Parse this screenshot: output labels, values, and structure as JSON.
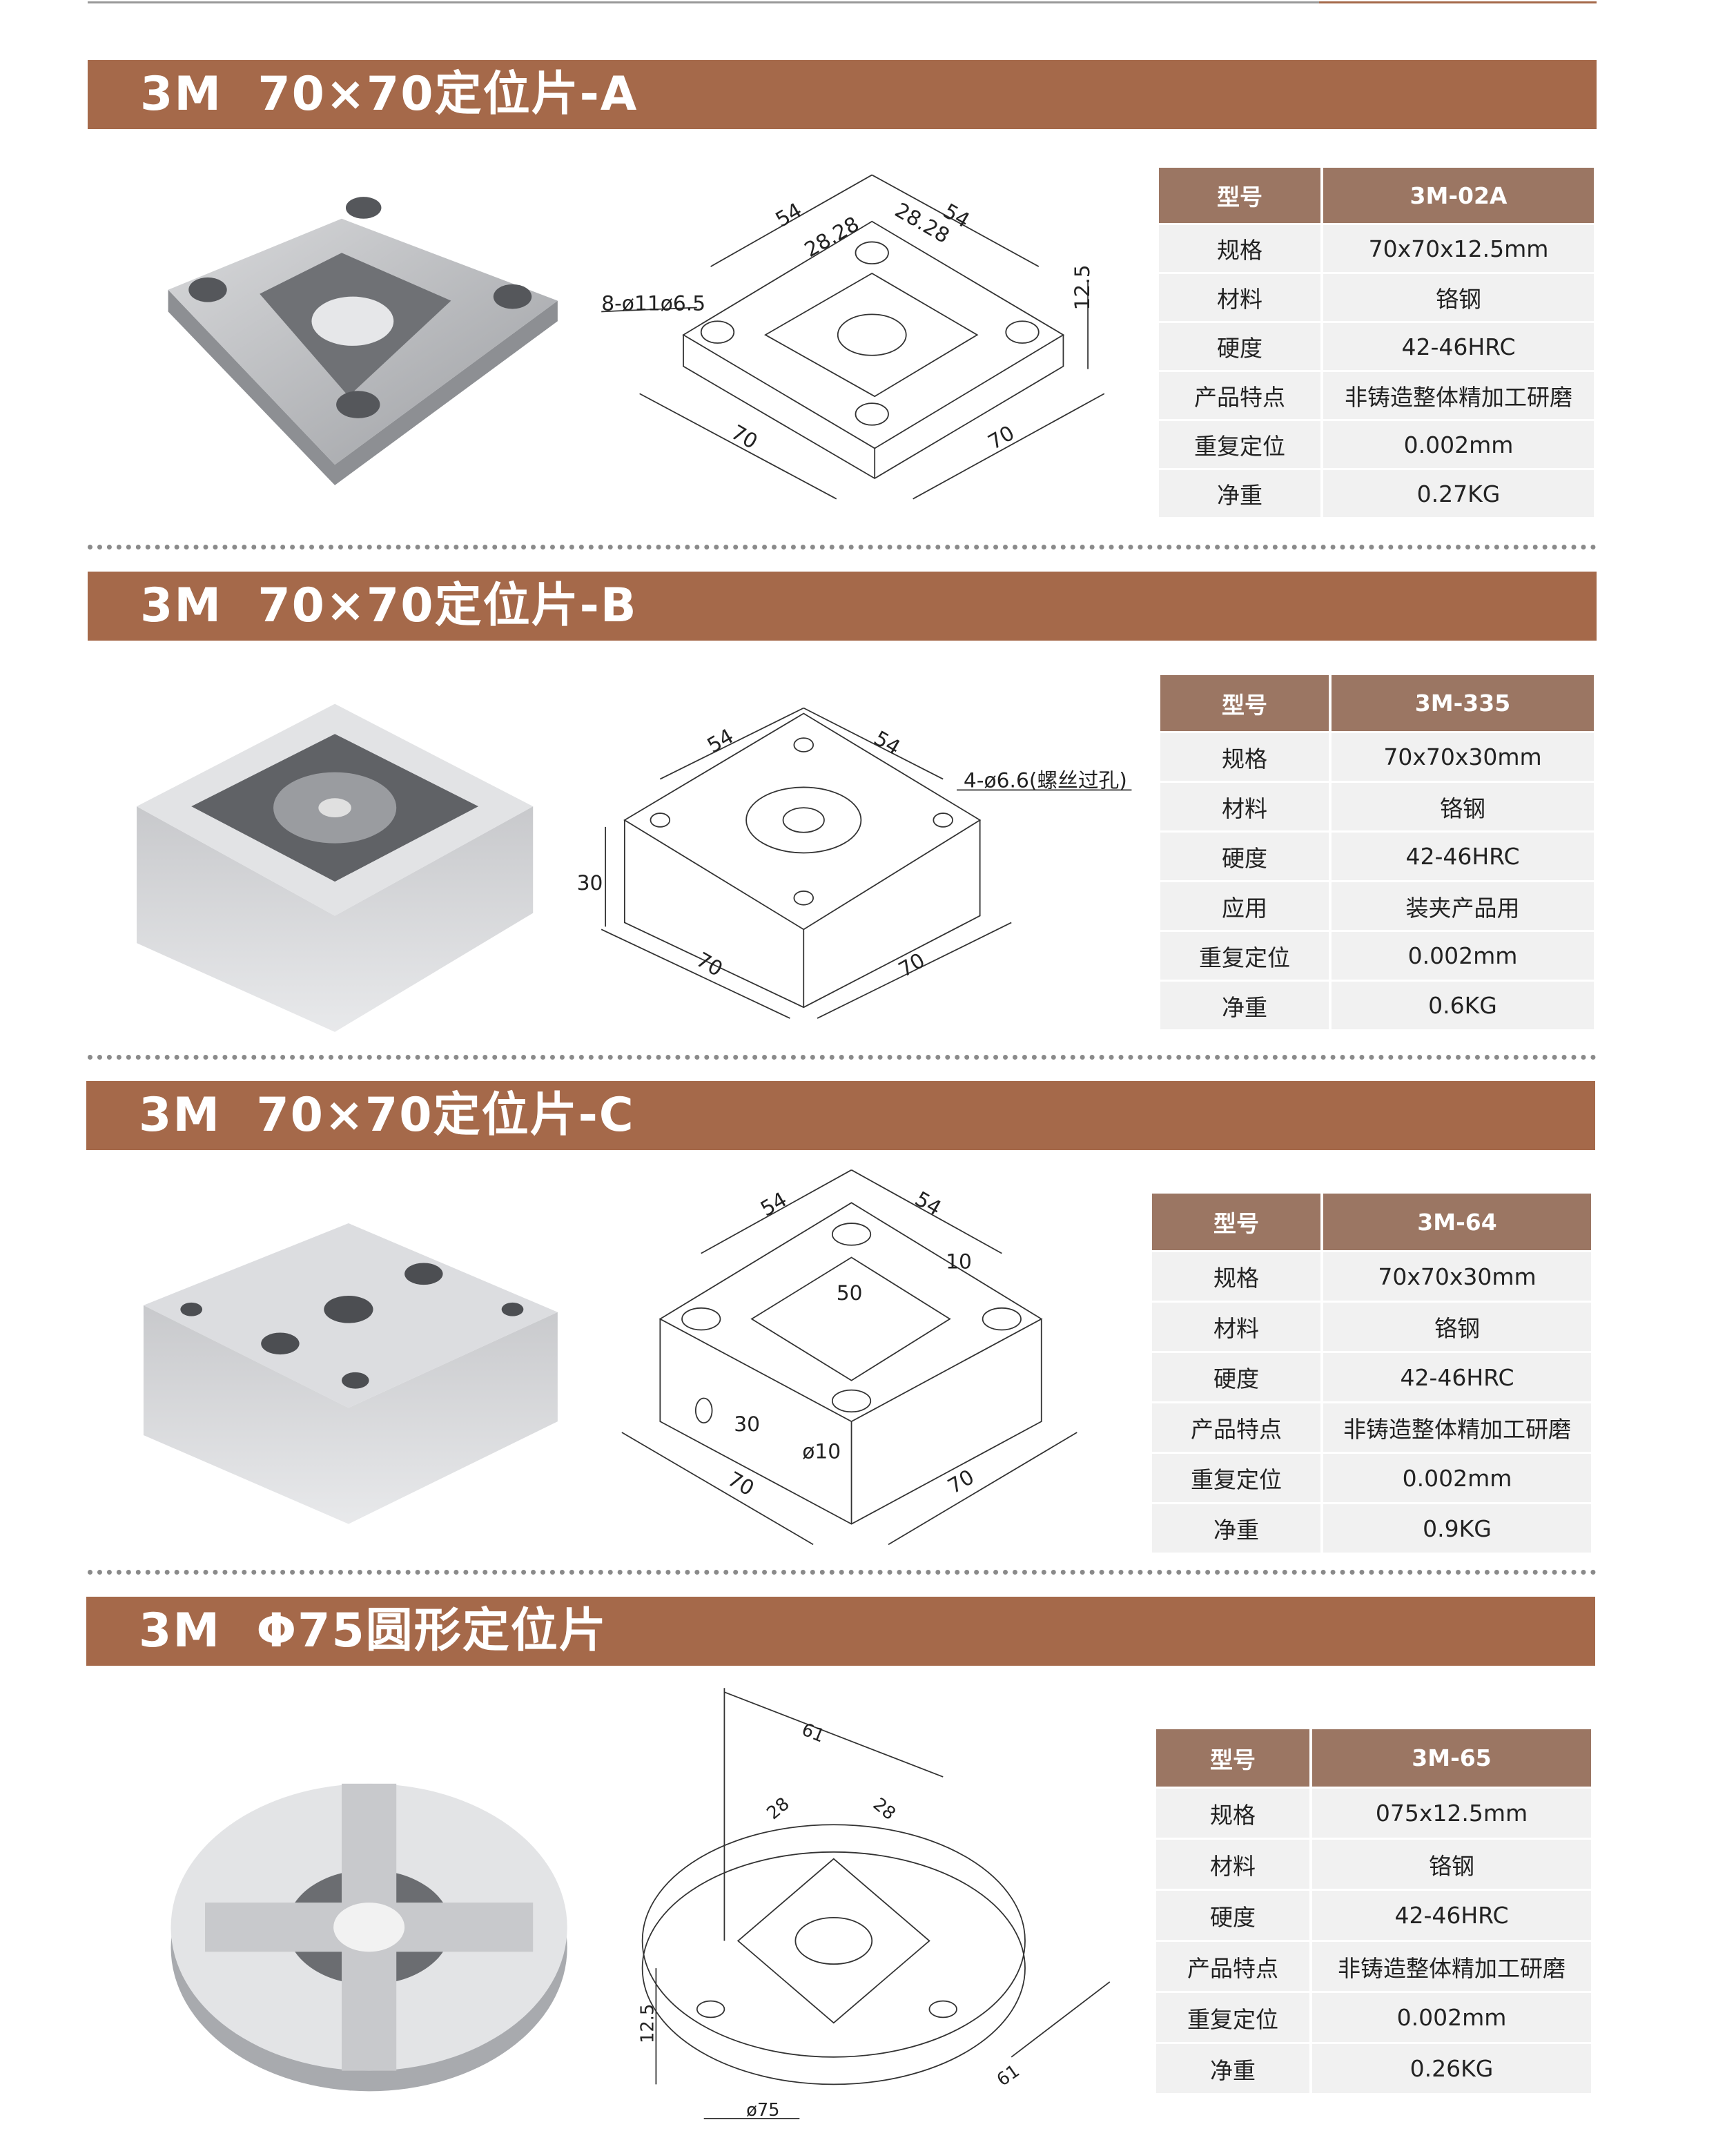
{
  "colors": {
    "banner": "#a5694a",
    "table_header": "#9b7663",
    "row_bg": "#f1f1f1"
  },
  "sections": [
    {
      "title": "3M  70×70定位片-A",
      "drawing_labels": [
        "54",
        "54",
        "28.28",
        "28.28",
        "12.5",
        "8-ø11ø6.5",
        "70",
        "70"
      ],
      "table": [
        [
          "型号",
          "3M-02A"
        ],
        [
          "规格",
          "70x70x12.5mm"
        ],
        [
          "材料",
          "铬钢"
        ],
        [
          "硬度",
          "42-46HRC"
        ],
        [
          "产品特点",
          "非铸造整体精加工研磨"
        ],
        [
          "重复定位",
          "0.002mm"
        ],
        [
          "净重",
          "0.27KG"
        ]
      ]
    },
    {
      "title": "3M  70×70定位片-B",
      "drawing_labels": [
        "54",
        "54",
        "4-ø6.6(螺丝过孔)",
        "30",
        "70",
        "70"
      ],
      "table": [
        [
          "型号",
          "3M-335"
        ],
        [
          "规格",
          "70x70x30mm"
        ],
        [
          "材料",
          "铬钢"
        ],
        [
          "硬度",
          "42-46HRC"
        ],
        [
          "应用",
          "装夹产品用"
        ],
        [
          "重复定位",
          "0.002mm"
        ],
        [
          "净重",
          "0.6KG"
        ]
      ]
    },
    {
      "title": "3M  70×70定位片-C",
      "drawing_labels": [
        "54",
        "54",
        "10",
        "50",
        "30",
        "ø10",
        "70",
        "70"
      ],
      "table": [
        [
          "型号",
          "3M-64"
        ],
        [
          "规格",
          "70x70x30mm"
        ],
        [
          "材料",
          "铬钢"
        ],
        [
          "硬度",
          "42-46HRC"
        ],
        [
          "产品特点",
          "非铸造整体精加工研磨"
        ],
        [
          "重复定位",
          "0.002mm"
        ],
        [
          "净重",
          "0.9KG"
        ]
      ]
    },
    {
      "title": "3M  Φ75圆形定位片",
      "drawing_labels": [
        "61",
        "28",
        "28",
        "12.5",
        "ø75",
        "61"
      ],
      "table": [
        [
          "型号",
          "3M-65"
        ],
        [
          "规格",
          "075x12.5mm"
        ],
        [
          "材料",
          "铬钢"
        ],
        [
          "硬度",
          "42-46HRC"
        ],
        [
          "产品特点",
          "非铸造整体精加工研磨"
        ],
        [
          "重复定位",
          "0.002mm"
        ],
        [
          "净重",
          "0.26KG"
        ]
      ]
    }
  ]
}
